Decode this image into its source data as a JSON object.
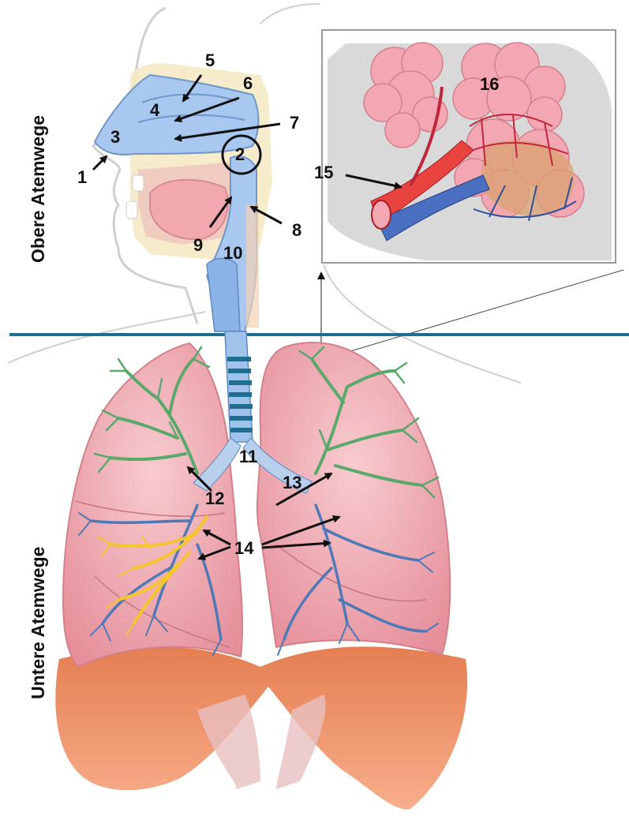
{
  "section_labels": {
    "upper": "Obere Atemwege",
    "lower": "Untere Atemwege"
  },
  "callouts": [
    "1",
    "2",
    "3",
    "4",
    "5",
    "6",
    "7",
    "8",
    "9",
    "10",
    "11",
    "12",
    "13",
    "14",
    "15",
    "16"
  ],
  "colors": {
    "divider": "#1f6d8f",
    "airway_blue": "#a9c8f0",
    "lung_pink": "#f1b0b8",
    "bronchi_green": "#5aa86a",
    "bronchi_blue": "#4f79b6",
    "bronchi_yellow": "#f5c52e",
    "diaphragm": "#e9875a",
    "alveoli_pink": "#f3a7b3",
    "arrow": "#111111"
  }
}
